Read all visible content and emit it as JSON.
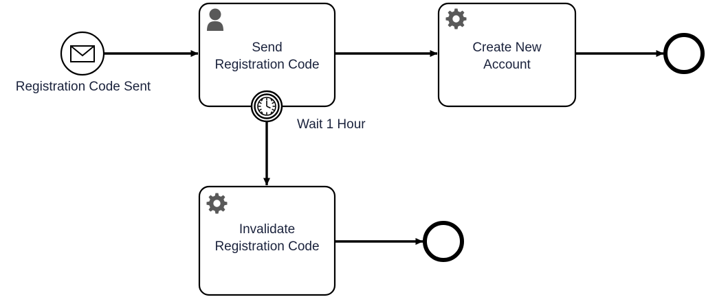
{
  "diagram": {
    "type": "bpmn-process",
    "background_color": "#ffffff",
    "stroke_color": "#000000",
    "text_color": "#19213b",
    "icon_color": "#595959",
    "nodes": [
      {
        "id": "start-event",
        "kind": "start-event-message",
        "icon": "envelope-icon",
        "label": "Registration Code Sent"
      },
      {
        "id": "task-send-registration-code",
        "kind": "user-task",
        "icon": "user-icon",
        "label": "Send\nRegistration Code"
      },
      {
        "id": "boundary-timer-event",
        "kind": "boundary-timer-event",
        "icon": "clock-icon",
        "label": ""
      },
      {
        "id": "task-create-new-account",
        "kind": "service-task",
        "icon": "gear-icon",
        "label": "Create New\nAccount"
      },
      {
        "id": "end-event-account-created",
        "kind": "end-event",
        "icon": "",
        "label": ""
      },
      {
        "id": "task-invalidate-registration-code",
        "kind": "service-task",
        "icon": "gear-icon",
        "label": "Invalidate\nRegistration Code"
      },
      {
        "id": "end-event-code-invalidated",
        "kind": "end-event",
        "icon": "",
        "label": ""
      }
    ],
    "flows": [
      {
        "id": "flow-start-to-send",
        "from": "start-event",
        "to": "task-send-registration-code",
        "label": ""
      },
      {
        "id": "flow-send-to-create",
        "from": "task-send-registration-code",
        "to": "task-create-new-account",
        "label": ""
      },
      {
        "id": "flow-create-to-end",
        "from": "task-create-new-account",
        "to": "end-event-account-created",
        "label": ""
      },
      {
        "id": "flow-timer-to-invalidate",
        "from": "boundary-timer-event",
        "to": "task-invalidate-registration-code",
        "label": "Wait 1 Hour"
      },
      {
        "id": "flow-invalidate-to-end",
        "from": "task-invalidate-registration-code",
        "to": "end-event-code-invalidated",
        "label": ""
      }
    ]
  }
}
